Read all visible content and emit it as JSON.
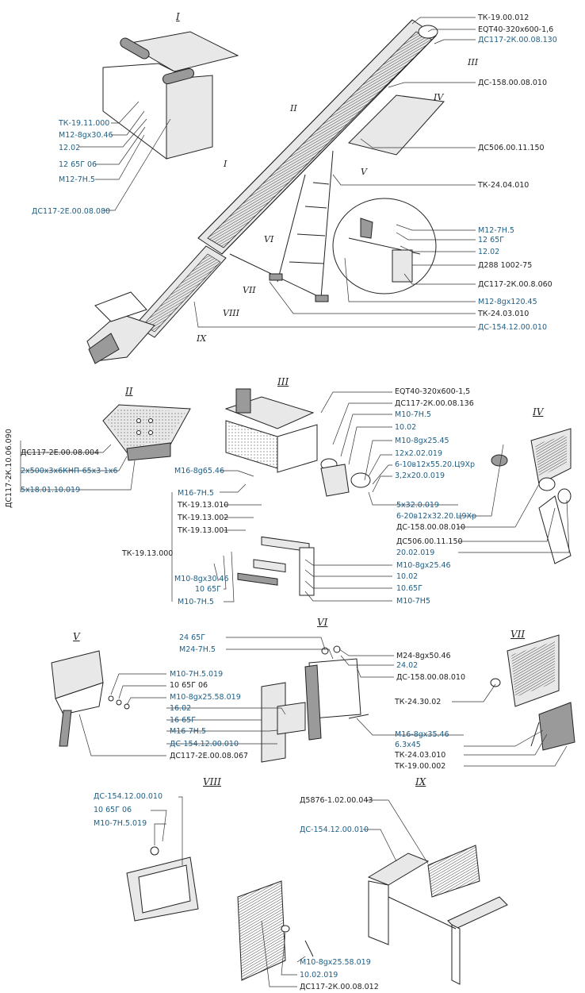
{
  "views": {
    "main_top": {
      "label": "I"
    },
    "II": {
      "label": "II"
    },
    "III": {
      "label": "III"
    },
    "IV": {
      "label": "IV"
    },
    "V": {
      "label": "V"
    },
    "VI": {
      "label": "VI"
    },
    "VII": {
      "label": "VII"
    },
    "VIII": {
      "label": "VIII"
    },
    "IX": {
      "label": "IX"
    }
  },
  "callout_markers": [
    "I",
    "II",
    "III",
    "IV",
    "V",
    "VI",
    "VII",
    "VIII",
    "IX"
  ],
  "labels": {
    "main": [
      {
        "text": "ТК-19.00.012",
        "blue": false
      },
      {
        "text": "EQT40-320x600-1,6",
        "blue": false
      },
      {
        "text": "ДС117-2К.00.08.130",
        "blue": true
      },
      {
        "text": "ДС-158.00.08.010",
        "blue": false
      },
      {
        "text": "ДС506.00.11.150",
        "blue": false
      },
      {
        "text": "ТК-24.04.010",
        "blue": false
      },
      {
        "text": "М12-7Н.5",
        "blue": true
      },
      {
        "text": "12 65Г",
        "blue": true
      },
      {
        "text": "12.02",
        "blue": true
      },
      {
        "text": "Д288 1002-75",
        "blue": false
      },
      {
        "text": "ДС117-2К.00.8.060",
        "blue": false
      },
      {
        "text": "М12-8gx120.45",
        "blue": true
      },
      {
        "text": "ТК-24.03.010",
        "blue": false
      },
      {
        "text": "ДС-154.12.00.010",
        "blue": true
      }
    ],
    "main_left": [
      {
        "text": "ТК-19.11.000",
        "blue": true
      },
      {
        "text": "М12-8gx30.46",
        "blue": true
      },
      {
        "text": "12.02",
        "blue": true
      },
      {
        "text": "12 65Г 06",
        "blue": true
      },
      {
        "text": "М12-7Н.5",
        "blue": true
      },
      {
        "text": "ДС117-2Е.00.08.080",
        "blue": true
      }
    ],
    "II": [
      {
        "text": "ДС117-2Е.00.08.004",
        "blue": false
      },
      {
        "text": "2х500х3х6КНП-65х3-1х6",
        "blue": true
      },
      {
        "text": "5х18.01.10.019",
        "blue": true
      }
    ],
    "II_vertical": "ДС117-2К.10.06.090",
    "III_right": [
      {
        "text": "EQT40-320x600-1,5",
        "blue": false
      },
      {
        "text": "ДС117-2К.00.08.136",
        "blue": false
      },
      {
        "text": "М10-7Н.5",
        "blue": true
      },
      {
        "text": "10.02",
        "blue": true
      },
      {
        "text": "М10-8gх25.45",
        "blue": true
      },
      {
        "text": "12х2.02.019",
        "blue": true
      },
      {
        "text": "6-10в12х55.20.Ц9Хр",
        "blue": true
      },
      {
        "text": "3,2х20.0.019",
        "blue": true
      }
    ],
    "III_left": [
      {
        "text": "М16-8g65.46",
        "blue": true
      },
      {
        "text": "М16-7Н.5",
        "blue": true
      },
      {
        "text": "ТК-19.13.010",
        "blue": false
      },
      {
        "text": "ТК-19.13.002",
        "blue": false
      },
      {
        "text": "ТК-19.13.001",
        "blue": false
      },
      {
        "text": "ТК-19.13.000",
        "blue": false
      },
      {
        "text": "М10-8gх30.46",
        "blue": true
      },
      {
        "text": "10 65Г",
        "blue": true
      },
      {
        "text": "М10-7Н.5",
        "blue": true
      }
    ],
    "III_lower": [
      {
        "text": "5х32.0.019",
        "blue": true
      },
      {
        "text": "6-20в12х32.20.Ц9Хр",
        "blue": true
      },
      {
        "text": "ДС-158.00.08.010",
        "blue": false
      },
      {
        "text": "ДС506.00.11.150",
        "blue": false
      },
      {
        "text": "20.02.019",
        "blue": true
      },
      {
        "text": "М10-8gх25.46",
        "blue": true
      },
      {
        "text": "10.02",
        "blue": true
      },
      {
        "text": "10.65Г",
        "blue": true
      },
      {
        "text": "М10-7Н5",
        "blue": true
      }
    ],
    "V": [
      {
        "text": "М10-7Н.5.019",
        "blue": true
      },
      {
        "text": "10 65Г 06",
        "blue": false
      },
      {
        "text": "М10-8gх25.58.019",
        "blue": true
      },
      {
        "text": "16.02",
        "blue": true
      },
      {
        "text": "16 65Г",
        "blue": true
      },
      {
        "text": "М16-7Н.5",
        "blue": true
      },
      {
        "text": "ДС-154.12.00.010",
        "blue": true
      },
      {
        "text": "ДС117-2Е.00.08.067",
        "blue": false
      }
    ],
    "VI_top": [
      {
        "text": "24 65Г",
        "blue": true
      },
      {
        "text": "М24-7Н.5",
        "blue": true
      }
    ],
    "VI_right": [
      {
        "text": "М24-8gх50.46",
        "blue": false
      },
      {
        "text": "24.02",
        "blue": true
      },
      {
        "text": "ДС-158.00.08.010",
        "blue": false
      }
    ],
    "VII": [
      {
        "text": "ТК-24.30.02",
        "blue": false
      },
      {
        "text": "М16-8gх35.46",
        "blue": true
      },
      {
        "text": "6.3х45",
        "blue": true
      },
      {
        "text": "ТК-24.03.010",
        "blue": false
      },
      {
        "text": "ТК-19.00.002",
        "blue": false
      }
    ],
    "VIII": [
      {
        "text": "ДС-154.12.00.010",
        "blue": true
      },
      {
        "text": "10 65Г 06",
        "blue": true
      },
      {
        "text": "М10-7Н.5.019",
        "blue": true
      }
    ],
    "VIII_bottom": [
      {
        "text": "М10-8gх25.58.019",
        "blue": true
      },
      {
        "text": "10.02.019",
        "blue": true
      },
      {
        "text": "ДС117-2К.00.08.012",
        "blue": false
      }
    ],
    "IX": [
      {
        "text": "Д5876-1.02.00.043",
        "blue": false
      },
      {
        "text": "ДС-154.12.00.010",
        "blue": true
      }
    ]
  }
}
